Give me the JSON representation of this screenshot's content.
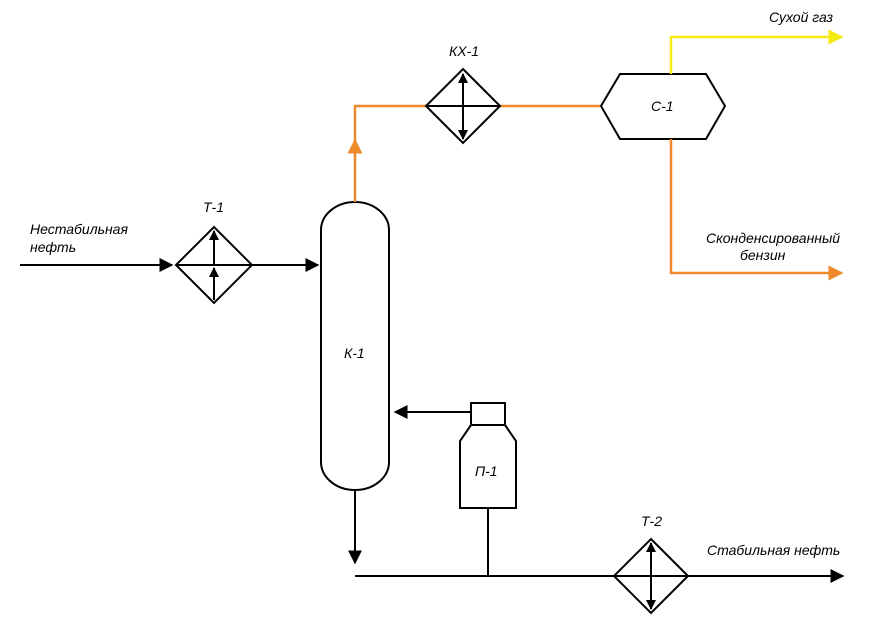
{
  "colors": {
    "process_line": "#000000",
    "overhead_line": "#ef8a2c",
    "dry_gas_line": "#f5ea12"
  },
  "labels": {
    "feed_line1": "Нестабильная",
    "feed_line2": "нефть",
    "t1": "Т-1",
    "kx1": "КХ-1",
    "c1": "С-1",
    "k1": "К-1",
    "p1": "П-1",
    "t2": "Т-2",
    "dry_gas": "Сухой газ",
    "gasoline_line1": "Сконденсированный",
    "gasoline_line2": "бензин",
    "stable_oil": "Стабильная нефть"
  }
}
